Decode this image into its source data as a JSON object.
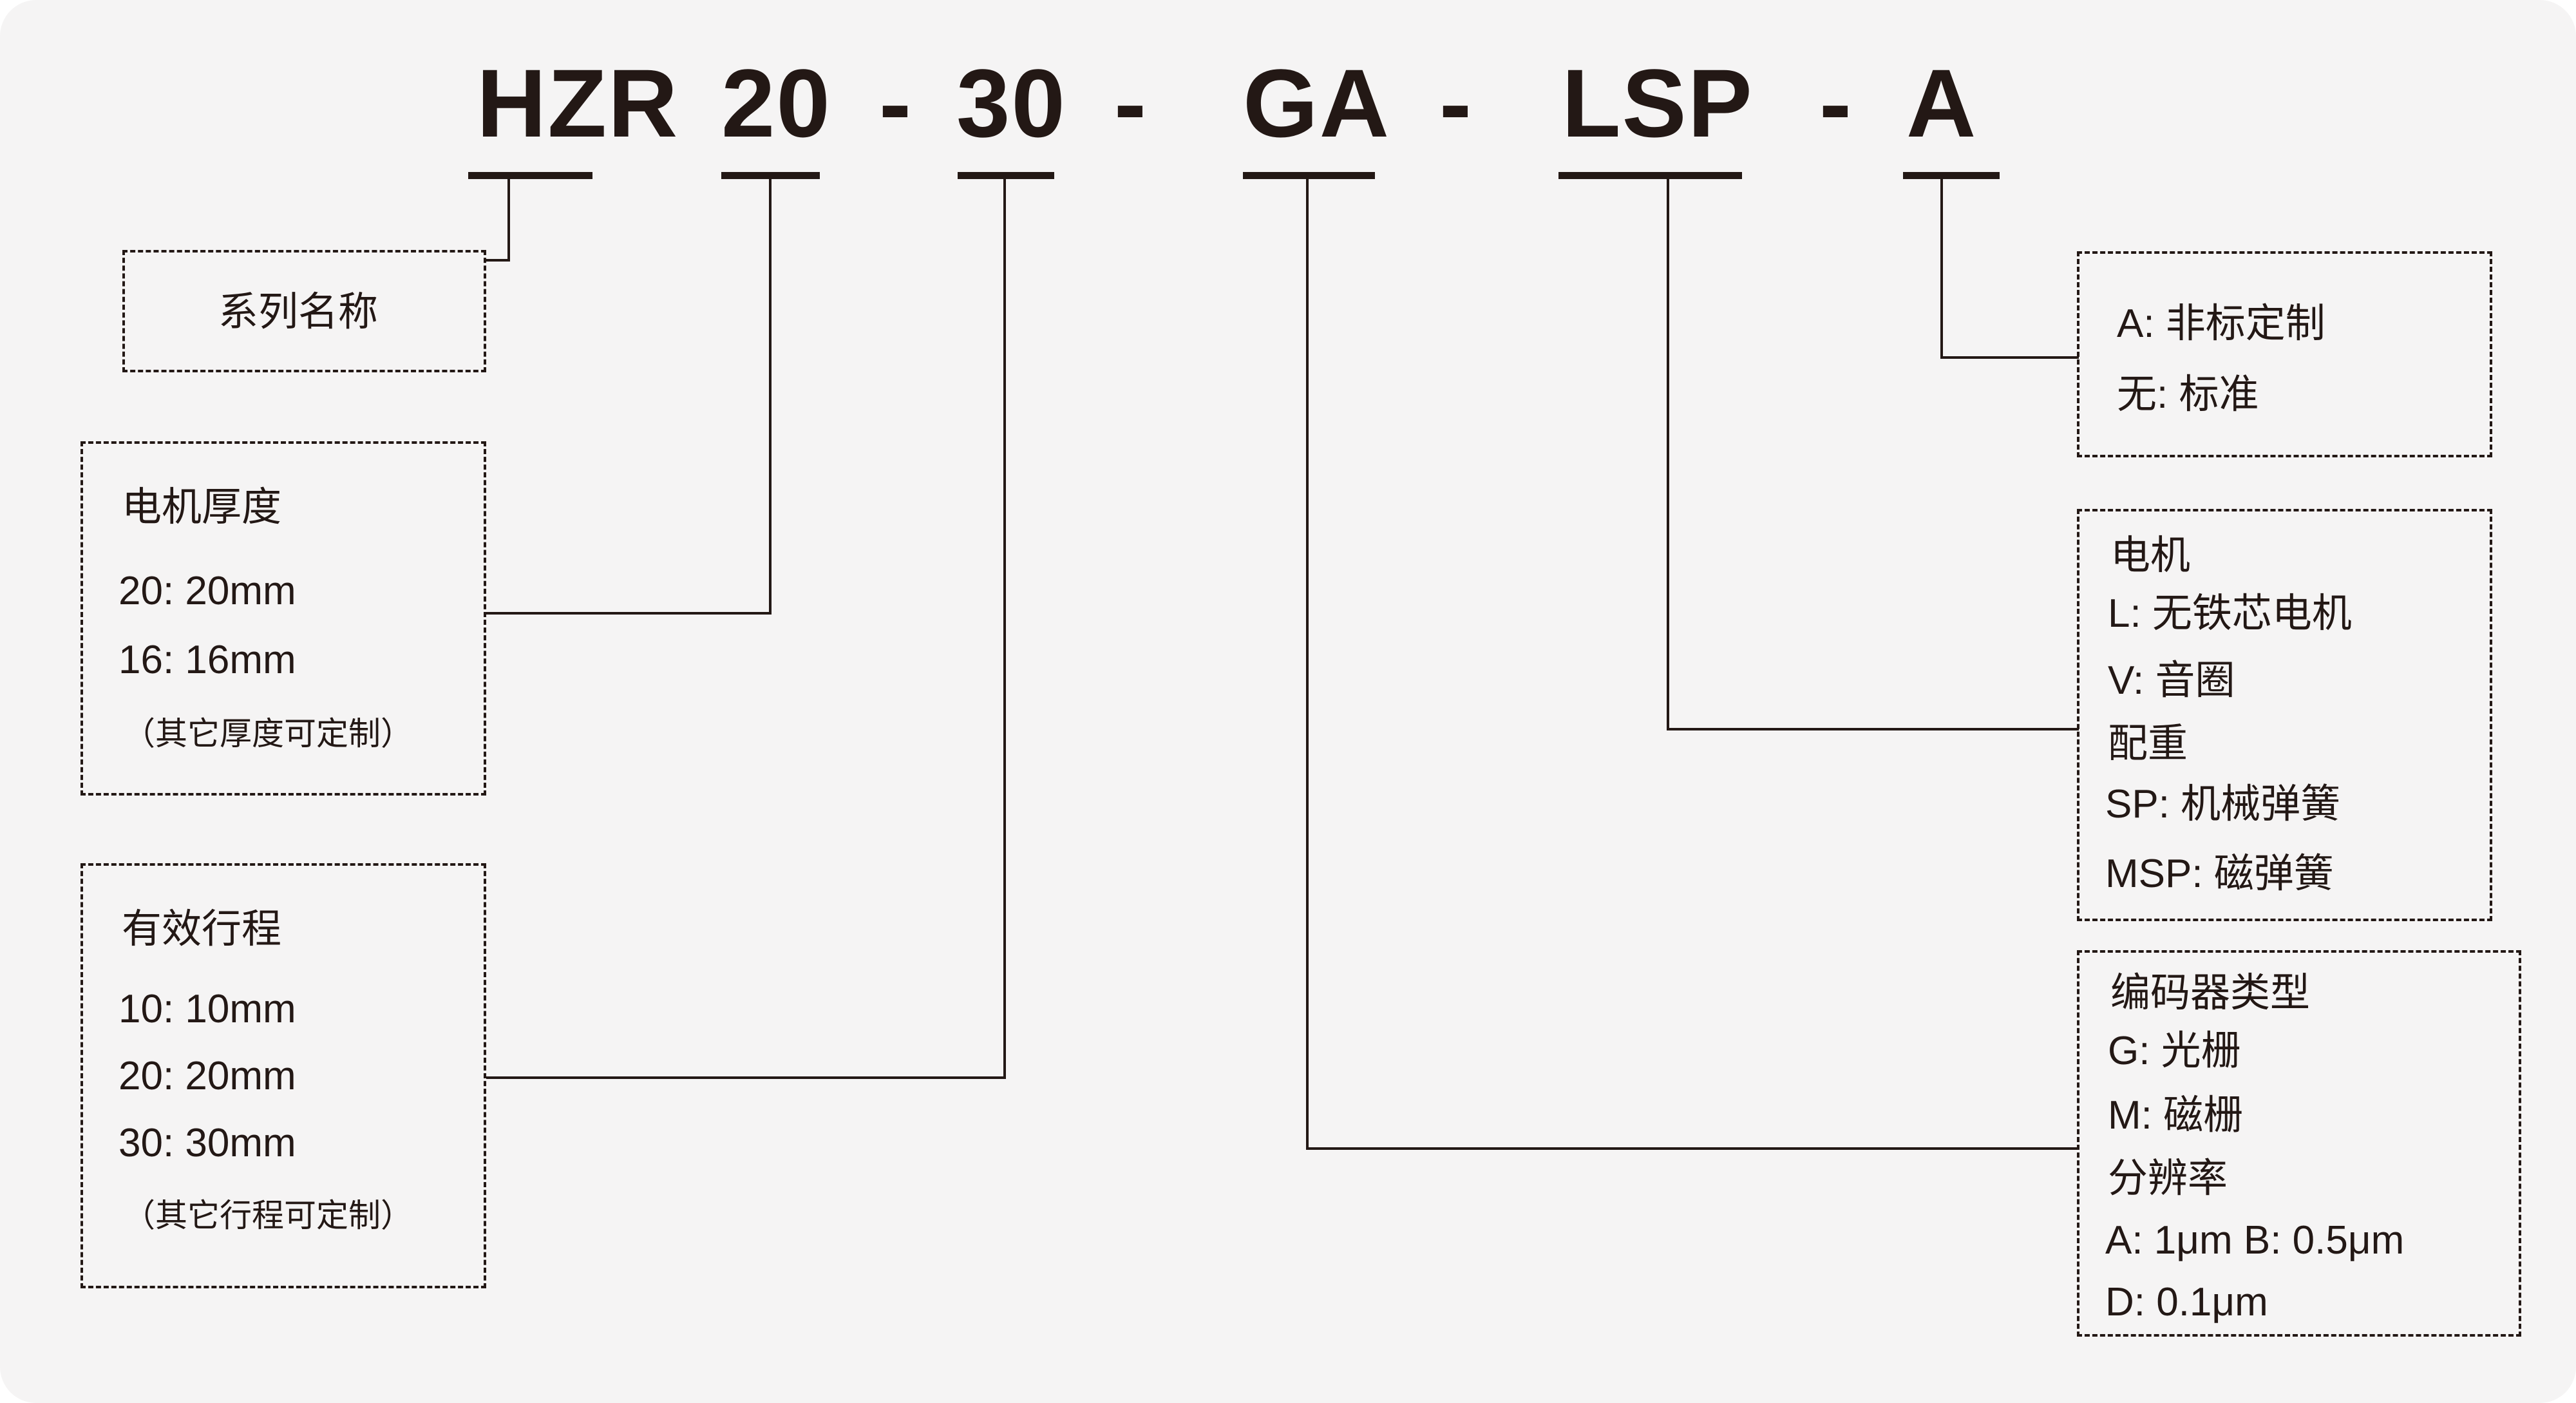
{
  "model_code": {
    "segments": [
      {
        "id": "series",
        "text": "HZR"
      },
      {
        "id": "motor-thickness",
        "text": "20"
      },
      {
        "id": "stroke",
        "text": "30"
      },
      {
        "id": "encoder",
        "text": "GA"
      },
      {
        "id": "motor",
        "text": "LSP"
      },
      {
        "id": "custom",
        "text": "A"
      }
    ],
    "separators": [
      "-",
      "-",
      "-",
      "-"
    ],
    "full": "HZR 20 - 30 - GA - LSP - A"
  },
  "boxes": {
    "series_name": {
      "title": "系列名称",
      "lines": []
    },
    "motor_thickness": {
      "title": "电机厚度",
      "lines": [
        "20:  20mm",
        "16:  16mm"
      ],
      "note": "（其它厚度可定制）"
    },
    "effective_stroke": {
      "title": "有效行程",
      "lines": [
        "10:  10mm",
        "20:  20mm",
        "30:  30mm"
      ],
      "note": "（其它行程可定制）"
    },
    "customization": {
      "lines": [
        "A:  非标定制",
        "无:  标准"
      ]
    },
    "motor": {
      "title": "电机",
      "lines": [
        "L:  无铁芯电机",
        "V:  音圈"
      ],
      "subtitle": "配重",
      "sub_lines": [
        "SP:  机械弹簧",
        "MSP:  磁弹簧"
      ]
    },
    "encoder": {
      "title": "编码器类型",
      "lines": [
        "G:  光栅",
        "M:  磁栅"
      ],
      "subtitle": "分辨率",
      "sub_lines": [
        "A:  1μm   B:  0.5μm",
        "D:  0.1μm"
      ]
    }
  },
  "colors": {
    "ink": "#231815",
    "background": "#f5f4f4",
    "page": "#ffffff"
  }
}
